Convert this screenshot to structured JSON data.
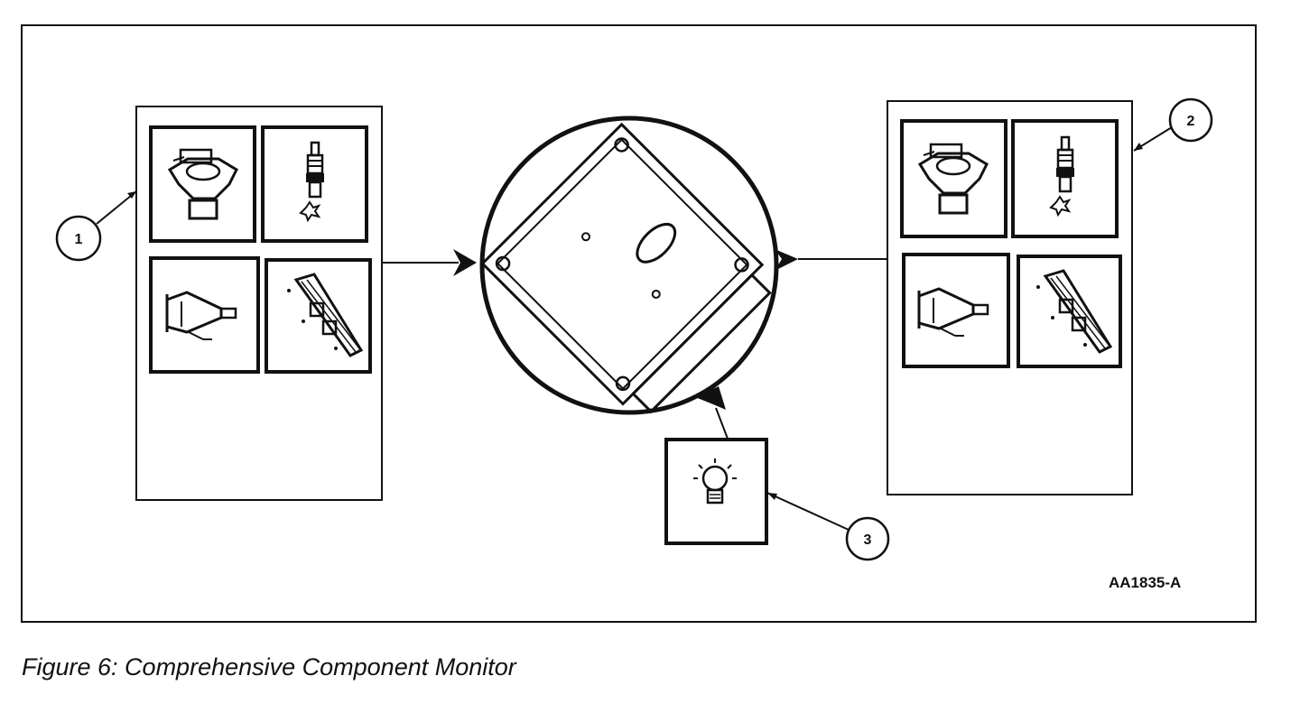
{
  "diagram": {
    "callouts": [
      {
        "id": "1",
        "label": "1"
      },
      {
        "id": "2",
        "label": "2"
      },
      {
        "id": "3",
        "label": "3"
      }
    ],
    "figure_code": "AA1835-A",
    "icons": {
      "component_tiles": [
        "throttle-body-icon",
        "spark-plug-icon",
        "transmission-icon",
        "ignition-coil-pack-icon"
      ],
      "controller": "pcm-module-icon",
      "indicator": "mil-lamp-icon"
    }
  },
  "caption": "Figure 6: Comprehensive Component Monitor"
}
